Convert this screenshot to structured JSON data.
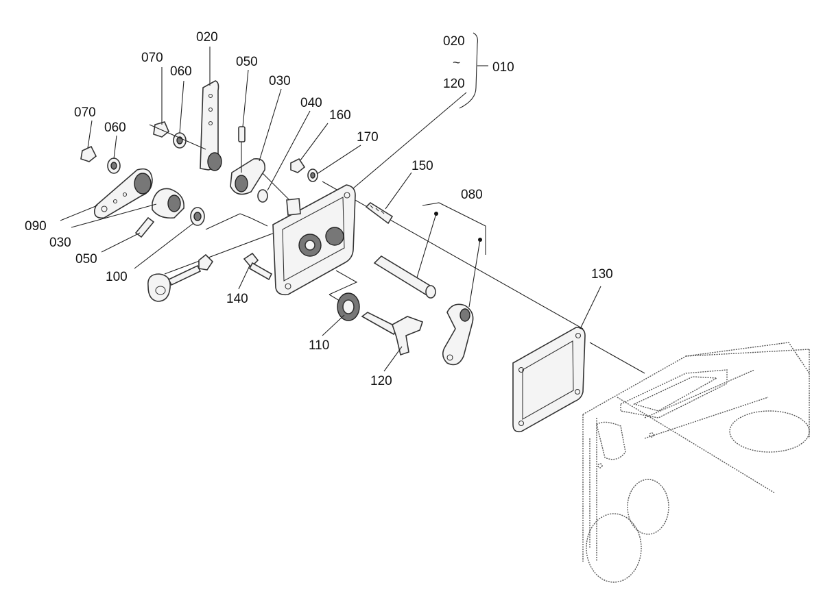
{
  "callouts": {
    "c010": "010",
    "c020_top": "020",
    "c020_range": "020",
    "c120_range": "120",
    "range_tilde": "~",
    "c030_top": "030",
    "c030_left": "030",
    "c040": "040",
    "c050_top": "050",
    "c050_left": "050",
    "c060_top": "060",
    "c060_left": "060",
    "c070_top": "070",
    "c070_left": "070",
    "c080": "080",
    "c090": "090",
    "c100": "100",
    "c110": "110",
    "c120": "120",
    "c130": "130",
    "c140": "140",
    "c150": "150",
    "c160": "160",
    "c170": "170"
  }
}
